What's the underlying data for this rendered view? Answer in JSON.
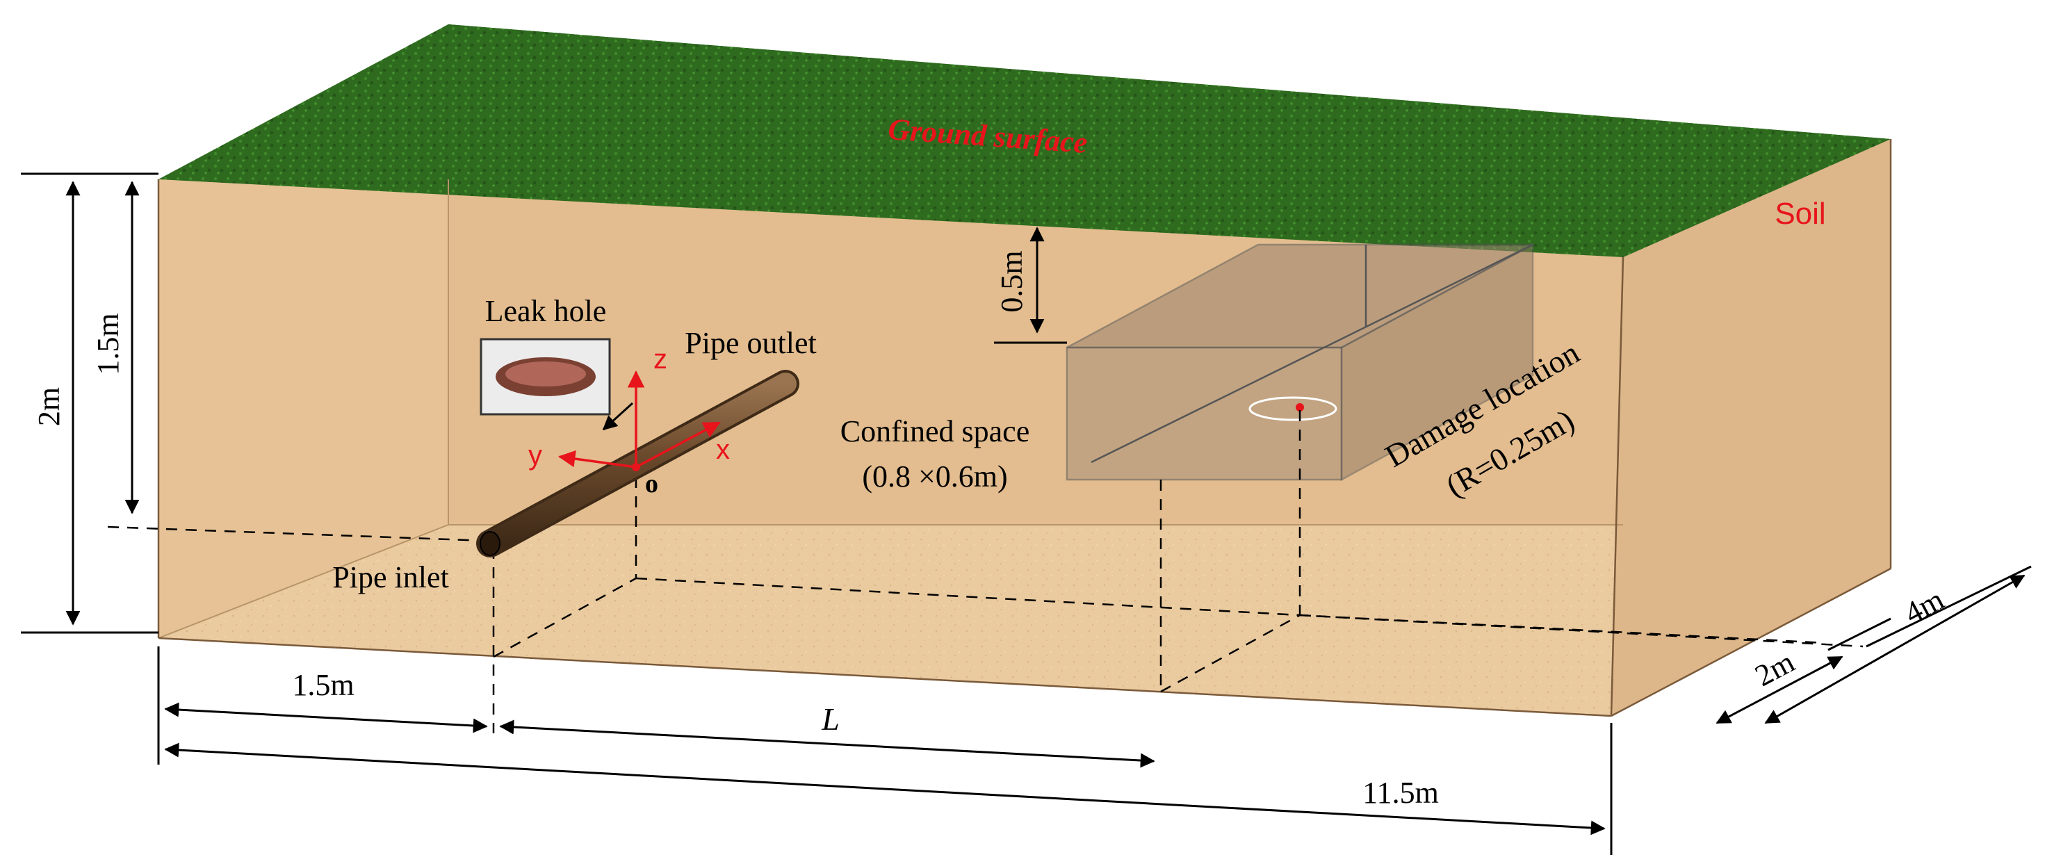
{
  "labels": {
    "ground_surface": "Ground surface",
    "soil": "Soil",
    "leak_hole": "Leak hole",
    "pipe_outlet": "Pipe outlet",
    "pipe_inlet": "Pipe inlet",
    "confined_space": "Confined space",
    "confined_space_size": "(0.8 ×0.6m)",
    "damage_location": "Damage location",
    "damage_radius": "(R=0.25m)",
    "axis_x": "x",
    "axis_y": "y",
    "axis_z": "z",
    "origin": "o"
  },
  "dimensions": {
    "depth_total": "2m",
    "depth_pipe": "1.5m",
    "space_top_depth": "0.5m",
    "inlet_offset": "1.5m",
    "pipe_length": "L",
    "total_length": "11.5m",
    "half_width": "2m",
    "total_width": "4m"
  },
  "colors": {
    "grass": "#2f6b1f",
    "soil_front": "#e9c79a",
    "soil_side": "#ddb68a",
    "soil_back": "#e3bd8f",
    "pipe": "#6b4a2c",
    "accent_red": "#e8141b"
  }
}
